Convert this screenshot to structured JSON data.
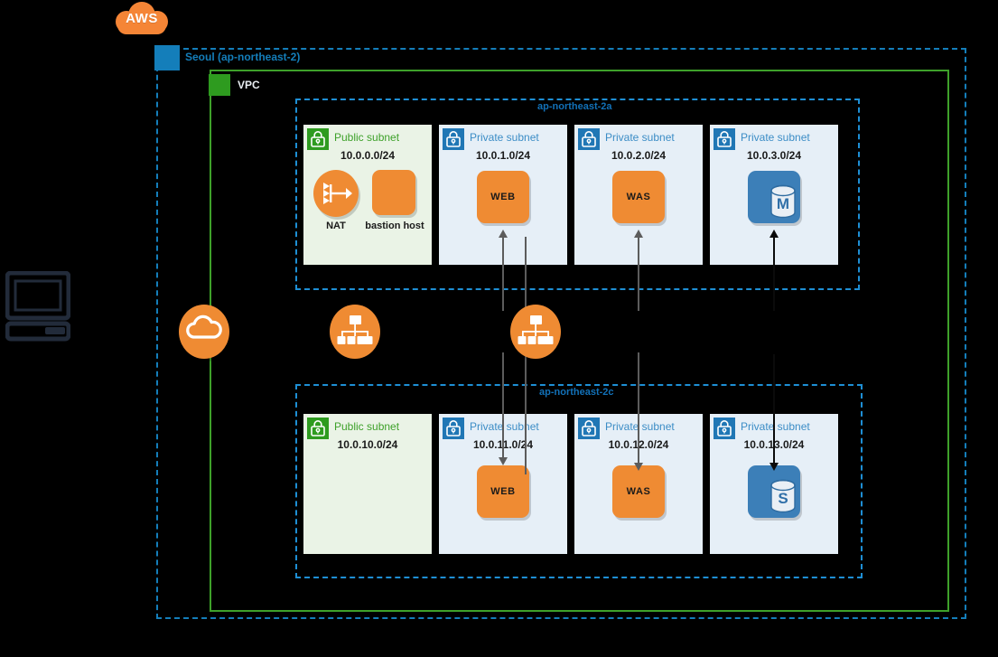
{
  "logo": {
    "text": "AWS",
    "name": "aws-cloud-logo",
    "color": "#F58536"
  },
  "client": {
    "name": "client-computer-icon"
  },
  "region": {
    "label": "Seoul (ap-northeast-2)",
    "badge_color": "#147EBA"
  },
  "vpc": {
    "label": "VPC",
    "border_color": "#3EA12A",
    "badge_color": "#2E9B1F"
  },
  "internet_gateway": {
    "name": "internet-gateway-icon",
    "color": "#EF8B33"
  },
  "load_balancers": [
    {
      "name": "load-balancer-web-icon"
    },
    {
      "name": "load-balancer-was-icon"
    }
  ],
  "azs": [
    {
      "label": "ap-northeast-2a",
      "subnets": [
        {
          "type": "Public subnet",
          "title": "Public subnet",
          "cidr": "10.0.0.0/24",
          "nodes": [
            {
              "kind": "nat",
              "label": "NAT"
            },
            {
              "kind": "ec2",
              "label": "bastion host"
            }
          ]
        },
        {
          "type": "Private subnet",
          "title": "Private subnet",
          "cidr": "10.0.1.0/24",
          "nodes": [
            {
              "kind": "ec2-labeled",
              "label": "WEB"
            }
          ]
        },
        {
          "type": "Private subnet",
          "title": "Private subnet",
          "cidr": "10.0.2.0/24",
          "nodes": [
            {
              "kind": "ec2-labeled",
              "label": "WAS"
            }
          ]
        },
        {
          "type": "Private subnet",
          "title": "Private subnet",
          "cidr": "10.0.3.0/24",
          "nodes": [
            {
              "kind": "rds",
              "label": "M"
            }
          ]
        }
      ]
    },
    {
      "label": "ap-northeast-2c",
      "subnets": [
        {
          "type": "Public subnet",
          "title": "Public subnet",
          "cidr": "10.0.10.0/24",
          "nodes": []
        },
        {
          "type": "Private subnet",
          "title": "Private subnet",
          "cidr": "10.0.11.0/24",
          "nodes": [
            {
              "kind": "ec2-labeled",
              "label": "WEB"
            }
          ]
        },
        {
          "type": "Private subnet",
          "title": "Private subnet",
          "cidr": "10.0.12.0/24",
          "nodes": [
            {
              "kind": "ec2-labeled",
              "label": "WAS"
            }
          ]
        },
        {
          "type": "Private subnet",
          "title": "Private subnet",
          "cidr": "10.0.13.0/24",
          "nodes": [
            {
              "kind": "rds",
              "label": "S"
            }
          ]
        }
      ]
    }
  ],
  "colors": {
    "aws_orange": "#EF8B33",
    "aws_blue": "#147EBA",
    "vpc_green": "#3EA12A",
    "public_subnet_bg": "#EAF3E6",
    "private_subnet_bg": "#E6EFF7",
    "db_blue": "#3C7FB8",
    "background": "#000000"
  }
}
